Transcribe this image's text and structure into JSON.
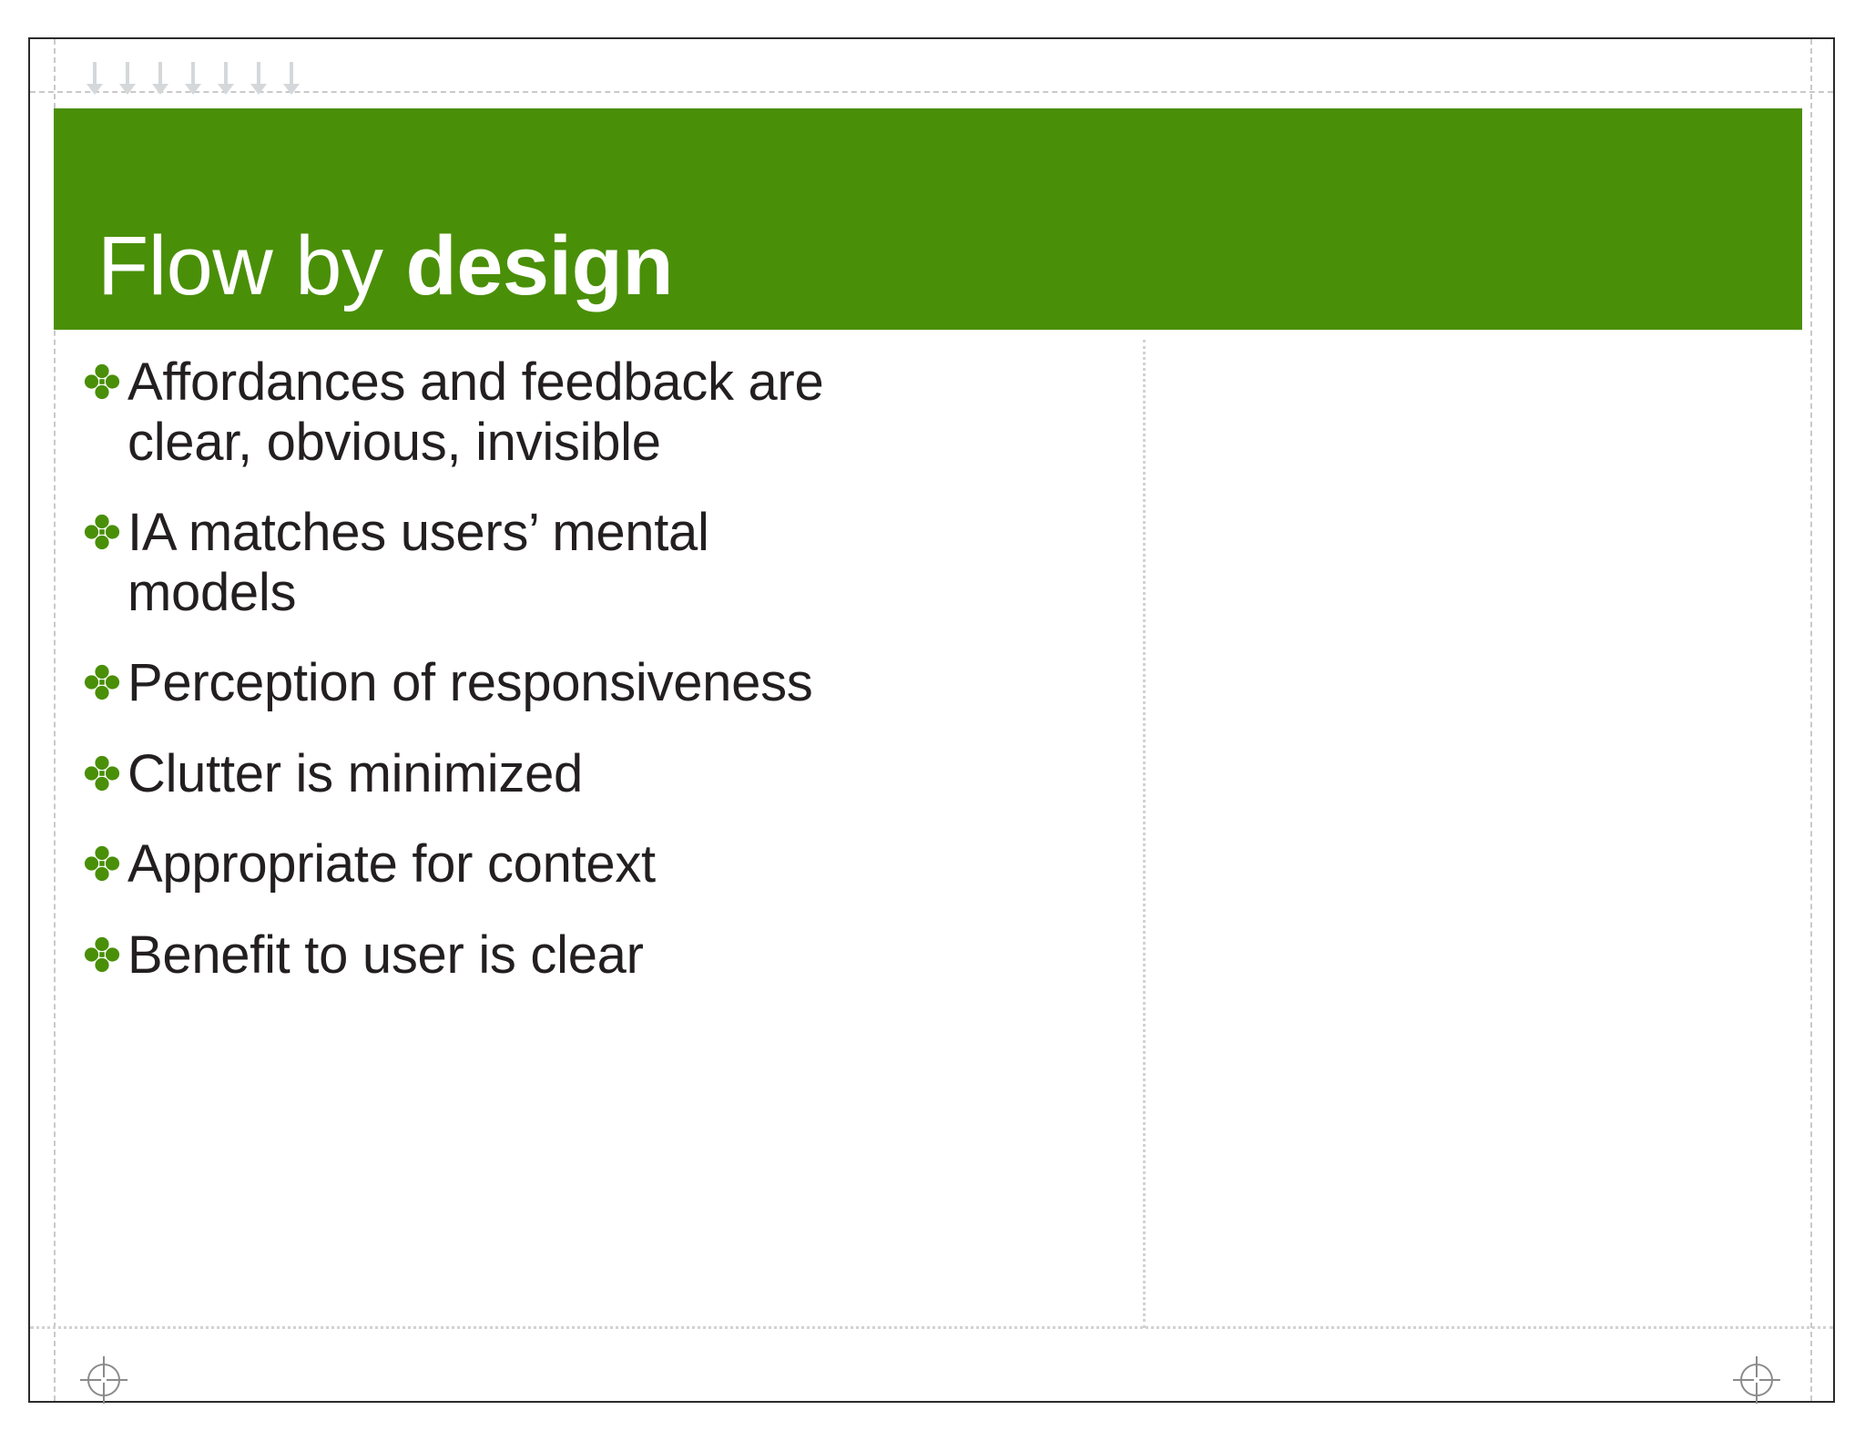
{
  "slide": {
    "title_light": "Flow by ",
    "title_bold": "design",
    "title_full": "Flow by design",
    "accent_color": "#4a8f08",
    "text_color": "#231f20",
    "background_color": "#ffffff",
    "guide_color": "#c9c9c9",
    "frame_border_color": "#2b2b2b"
  },
  "ornament": {
    "arrow_icon_name": "down-arrow-icon",
    "arrow_count": 7,
    "arrow_color": "#d5d8da"
  },
  "bullets": [
    {
      "marker": "four-petal-clover-bullet-icon",
      "text": "Affordances and feedback are clear, obvious, invisible",
      "wraps": true
    },
    {
      "marker": "four-petal-clover-bullet-icon",
      "text": "IA matches users’ mental models",
      "wraps": true
    },
    {
      "marker": "four-petal-clover-bullet-icon",
      "text": "Perception of responsiveness",
      "wraps": false
    },
    {
      "marker": "four-petal-clover-bullet-icon",
      "text": "Clutter is minimized",
      "wraps": false
    },
    {
      "marker": "four-petal-clover-bullet-icon",
      "text": "Appropriate for context",
      "wraps": false
    },
    {
      "marker": "four-petal-clover-bullet-icon",
      "text": "Benefit to user is clear",
      "wraps": false
    }
  ],
  "registration_marks": [
    {
      "name": "registration-mark-left",
      "position": "bottom-left"
    },
    {
      "name": "registration-mark-right",
      "position": "bottom-right"
    }
  ]
}
